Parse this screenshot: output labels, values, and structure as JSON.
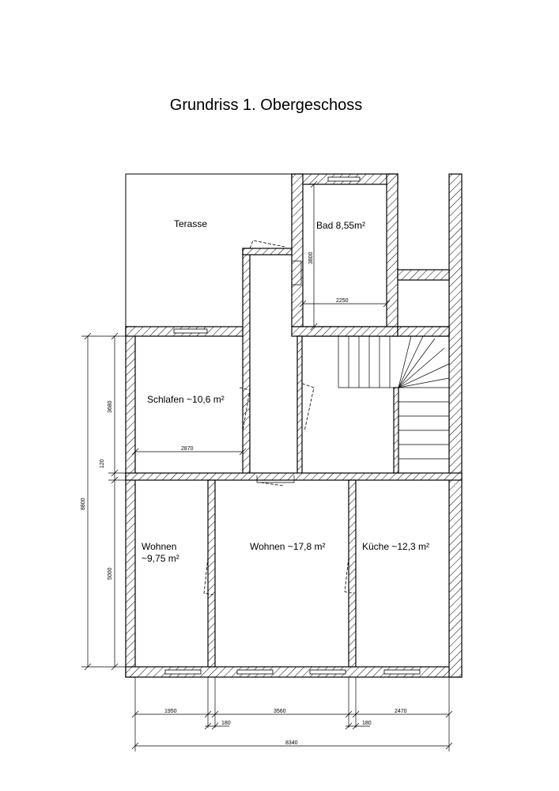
{
  "title": "Grundriss 1. Obergeschoss",
  "rooms": {
    "terasse": "Terasse",
    "bad": "Bad 8,55m²",
    "schlafen": "Schlafen ~10,6 m²",
    "wohnen_small_1": "Wohnen",
    "wohnen_small_2": "~9,75 m²",
    "wohnen_large": "Wohnen ~17,8 m²",
    "kueche": "Küche ~12,3 m²"
  },
  "dimensions": {
    "total_height": "8800",
    "upper_height": "3680",
    "wall": "120",
    "lower_height": "5000",
    "bad_height": "3800",
    "bad_width": "2250",
    "schlafen_width": "2870",
    "bottom_1": "1950",
    "bottom_2": "3560",
    "bottom_3": "2470",
    "bottom_wall_1": "180",
    "bottom_wall_2": "180",
    "total_width": "8340"
  }
}
